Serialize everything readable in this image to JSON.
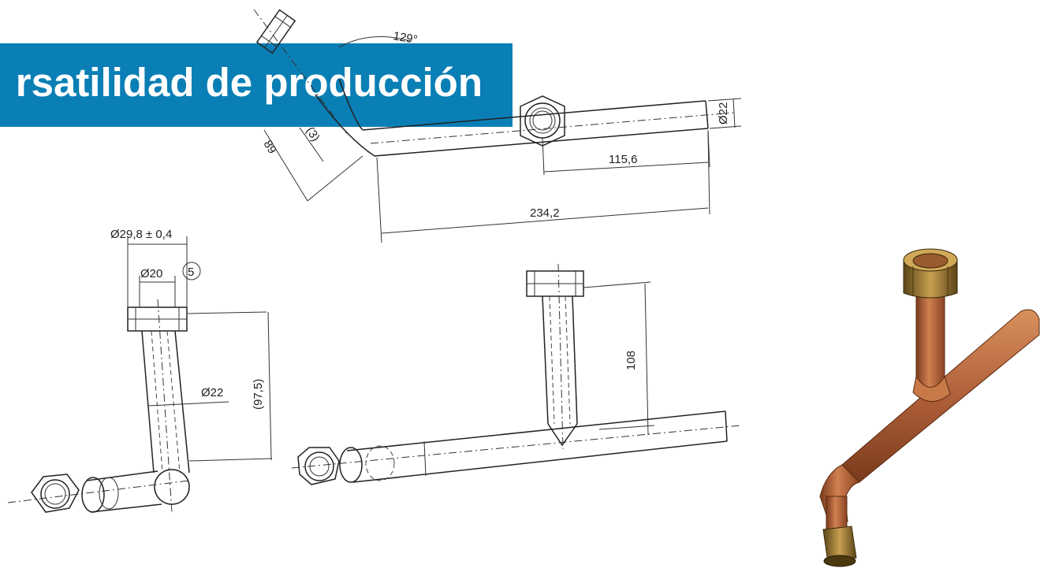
{
  "banner": {
    "title": "rsatilidad de producción",
    "color": "#0a7fb5"
  },
  "dimensions": {
    "angle": "129°",
    "d_pipe_top": "Ø22",
    "len_115": "115,6",
    "len_234": "234,2",
    "len_89": "89",
    "len_partial": "(3)",
    "d_nut": "Ø29,8 ± 0,4",
    "d_20": "Ø20",
    "balloon": "5",
    "d_pipe_left": "Ø22",
    "len_975": "(97,5)",
    "len_108": "108"
  },
  "colors": {
    "copper": "#b8643a",
    "brass": "#8a6a2a"
  }
}
